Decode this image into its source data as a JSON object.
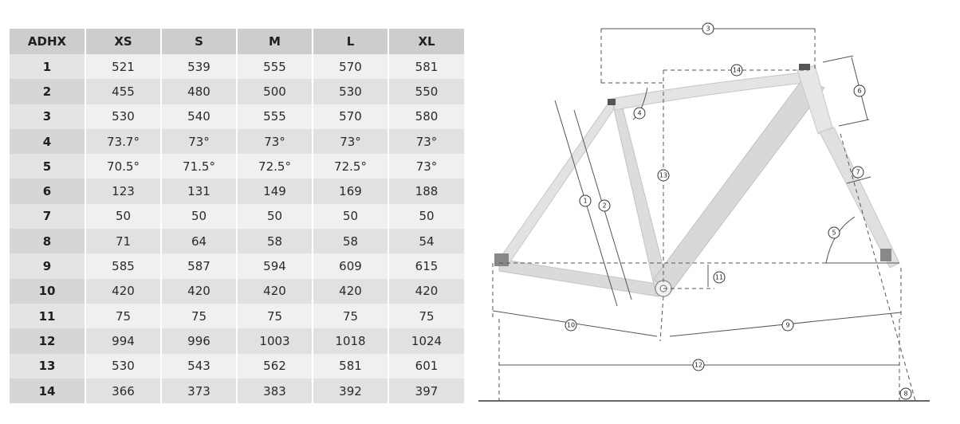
{
  "table": {
    "headers": [
      "ADHX",
      "XS",
      "S",
      "M",
      "L",
      "XL"
    ],
    "rows": [
      [
        "1",
        "521",
        "539",
        "555",
        "570",
        "581"
      ],
      [
        "2",
        "455",
        "480",
        "500",
        "530",
        "550"
      ],
      [
        "3",
        "530",
        "540",
        "555",
        "570",
        "580"
      ],
      [
        "4",
        "73.7°",
        "73°",
        "73°",
        "73°",
        "73°"
      ],
      [
        "5",
        "70.5°",
        "71.5°",
        "72.5°",
        "72.5°",
        "73°"
      ],
      [
        "6",
        "123",
        "131",
        "149",
        "169",
        "188"
      ],
      [
        "7",
        "50",
        "50",
        "50",
        "50",
        "50"
      ],
      [
        "8",
        "71",
        "64",
        "58",
        "58",
        "54"
      ],
      [
        "9",
        "585",
        "587",
        "594",
        "609",
        "615"
      ],
      [
        "10",
        "420",
        "420",
        "420",
        "420",
        "420"
      ],
      [
        "11",
        "75",
        "75",
        "75",
        "75",
        "75"
      ],
      [
        "12",
        "994",
        "996",
        "1003",
        "1018",
        "1024"
      ],
      [
        "13",
        "530",
        "543",
        "562",
        "581",
        "601"
      ],
      [
        "14",
        "366",
        "373",
        "383",
        "392",
        "397"
      ]
    ]
  },
  "diagram": {
    "labels": [
      "1",
      "2",
      "3",
      "4",
      "5",
      "6",
      "7",
      "8",
      "9",
      "10",
      "11",
      "12",
      "13",
      "14"
    ]
  }
}
